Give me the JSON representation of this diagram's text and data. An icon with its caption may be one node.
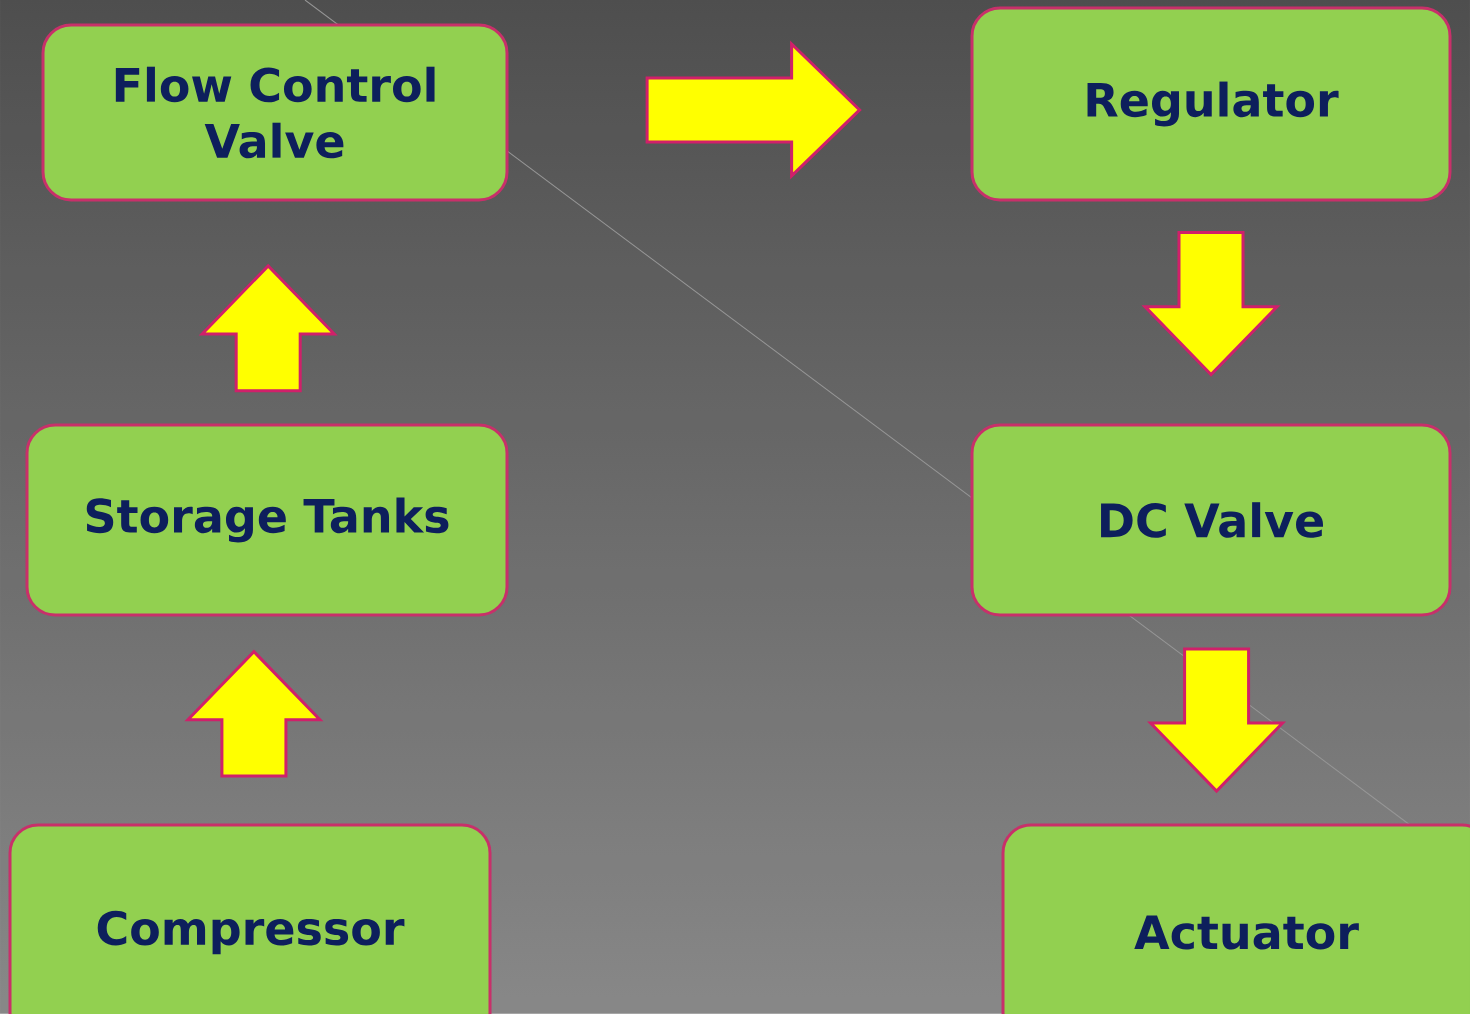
{
  "diagram": {
    "nodes": [
      {
        "text": [
          "Flow Control Valve"
        ]
      },
      {
        "text": [
          "Regulator"
        ]
      },
      {
        "text": [
          "Storage Tanks"
        ]
      },
      {
        "text": [
          "DC Valve"
        ]
      },
      {
        "text": [
          "Compressor"
        ]
      },
      {
        "text": [
          "Actuator"
        ]
      }
    ],
    "edges": [
      {
        "from": 4,
        "to": 2,
        "arrow": "to"
      },
      {
        "from": 2,
        "to": 0,
        "arrow": "to"
      },
      {
        "from": 0,
        "to": 1,
        "arrow": "to"
      },
      {
        "from": 1,
        "to": 3,
        "arrow": "to"
      },
      {
        "from": 3,
        "to": 5,
        "arrow": "to"
      }
    ]
  }
}
